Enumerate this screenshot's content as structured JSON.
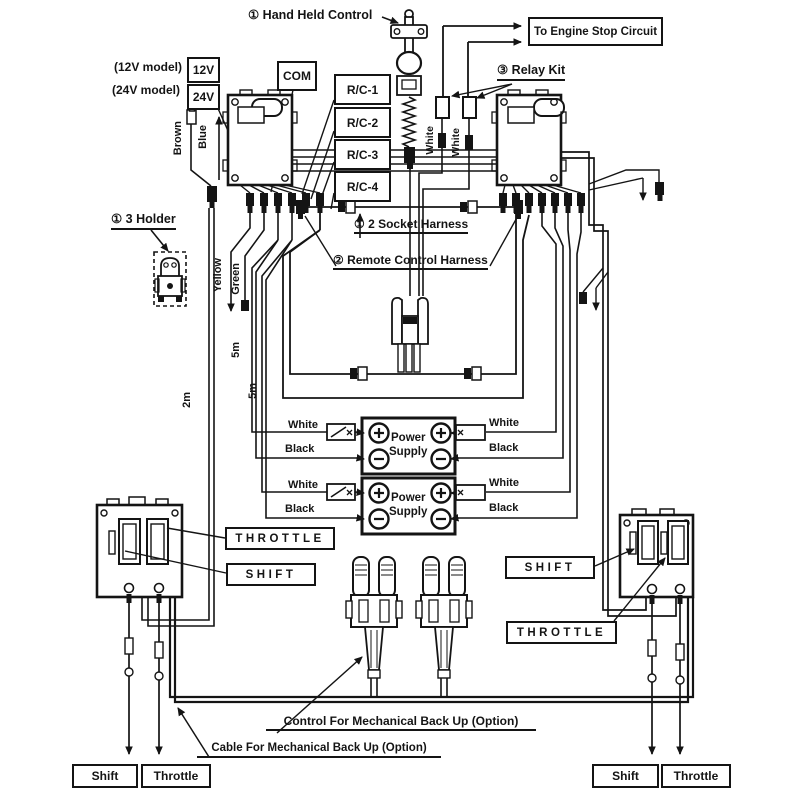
{
  "top": {
    "hand_held_control": "① Hand Held Control",
    "engine_stop_circuit": "To Engine Stop Circuit",
    "relay_kit": "③ Relay Kit",
    "relay_white_1": "White",
    "relay_white_2": "White"
  },
  "left": {
    "model_12v": "(12V model)",
    "v12": "12V",
    "model_24v": "(24V model)",
    "v24": "24V",
    "com": "COM",
    "rc": [
      "R/C-1",
      "R/C-2",
      "R/C-3",
      "R/C-4"
    ],
    "brown": "Brown",
    "blue": "Blue",
    "holder": "① 3 Holder",
    "yellow": "Yellow",
    "green": "Green",
    "len_5m_a": "5m",
    "len_5m_b": "5m",
    "len_2m": "2m"
  },
  "harness": {
    "socket_harness": "① 2 Socket Harness",
    "remote_harness": "② Remote Control Harness"
  },
  "power_supply": {
    "unit1": {
      "name_line1": "Power",
      "name_line2": "Supply",
      "left_white": "White",
      "left_black": "Black",
      "right_white": "White",
      "right_black": "Black"
    },
    "unit2": {
      "name_line1": "Power",
      "name_line2": "Supply",
      "left_white": "White",
      "left_black": "Black",
      "right_white": "White",
      "right_black": "Black"
    }
  },
  "controls": {
    "throttle_left": "THROTTLE",
    "shift_left": "SHIFT",
    "shift_right": "SHIFT",
    "throttle_right": "THROTTLE"
  },
  "bottom": {
    "control_backup": "Control For Mechanical Back Up (Option)",
    "cable_backup": "Cable For Mechanical Back Up (Option)",
    "shift_left": "Shift",
    "throttle_left": "Throttle",
    "shift_right": "Shift",
    "throttle_right": "Throttle"
  }
}
